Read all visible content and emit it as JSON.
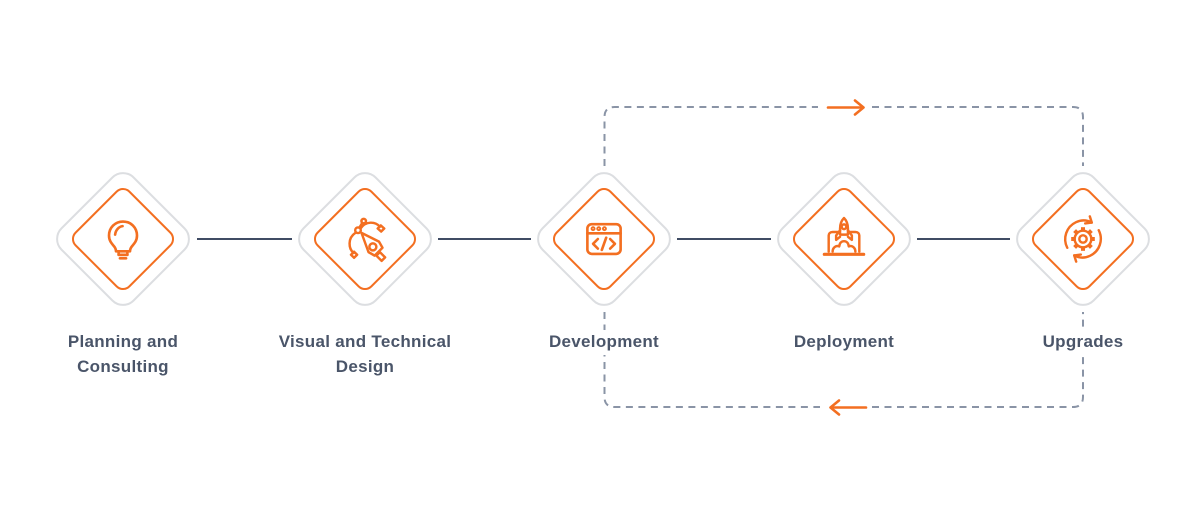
{
  "title": "Software development process diagram",
  "colors": {
    "accent_orange": "#f36f21",
    "label_text": "#4a5569",
    "solid_connector": "#24324e",
    "dashed_loop": "#8a94a6",
    "diamond_border": "#dcdee1",
    "background": "#ffffff"
  },
  "stages": [
    {
      "label": "Planning and Consulting",
      "icon": "lightbulb-icon"
    },
    {
      "label": "Visual and Technical Design",
      "icon": "pen-tool-icon"
    },
    {
      "label": "Development",
      "icon": "code-window-icon"
    },
    {
      "label": "Deployment",
      "icon": "rocket-launch-icon"
    },
    {
      "label": "Upgrades",
      "icon": "gear-sync-icon"
    }
  ],
  "loop": {
    "connects": [
      "Development",
      "Upgrades"
    ],
    "top_arrow_direction": "right",
    "bottom_arrow_direction": "left",
    "style": "dashed"
  }
}
